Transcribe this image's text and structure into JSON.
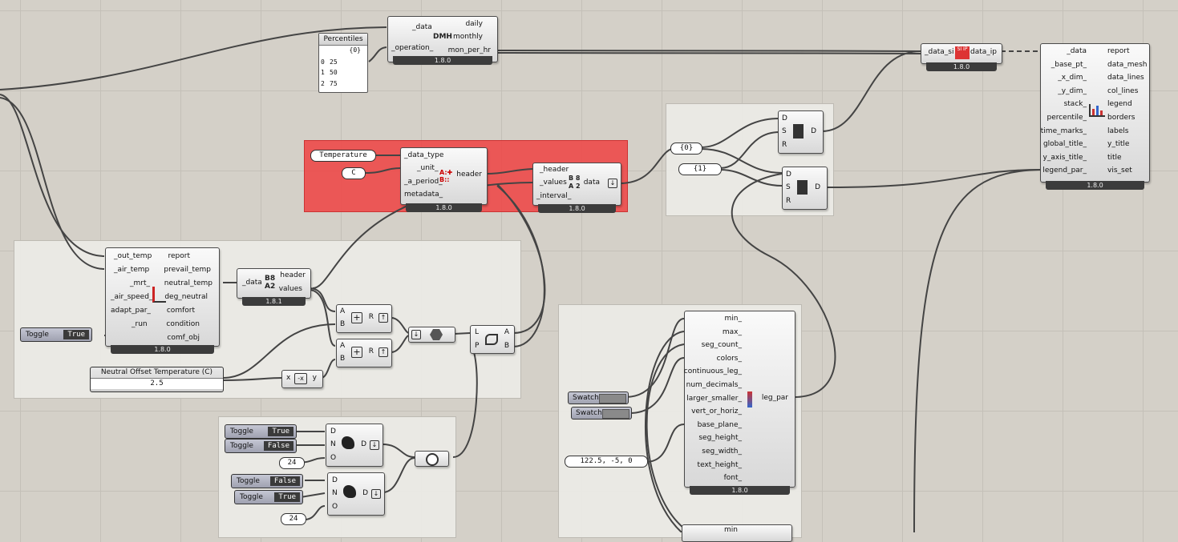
{
  "components": {
    "deconstruct_chart": {
      "inputs": [
        "_data",
        "_operation_"
      ],
      "outputs": [
        "daily",
        "monthly",
        "mon_per_hr"
      ],
      "icon": "DMH",
      "version": "1.8.0"
    },
    "percentiles_panel": {
      "title": "Percentiles",
      "path": "{0}",
      "rows": [
        [
          "0",
          "25"
        ],
        [
          "1",
          "50"
        ],
        [
          "2",
          "75"
        ]
      ]
    },
    "si_ip": {
      "inputs": [
        "_data_si"
      ],
      "outputs": [
        "data_ip"
      ],
      "icon": "SI IP",
      "version": "1.8.0"
    },
    "monthly_chart": {
      "inputs": [
        "_data",
        "_base_pt_",
        "_x_dim_",
        "_y_dim_",
        "stack_",
        "percentile_",
        "time_marks_",
        "global_title_",
        "y_axis_title_",
        "legend_par_"
      ],
      "outputs": [
        "report",
        "data_mesh",
        "data_lines",
        "col_lines",
        "legend",
        "borders",
        "labels",
        "y_title",
        "title",
        "vis_set"
      ],
      "version": "1.8.0"
    },
    "construct_header": {
      "inputs": [
        "_data_type",
        "_unit_",
        "_a_period_",
        "metadata_"
      ],
      "outputs": [
        "header"
      ],
      "icon": "A:✚ B::",
      "version": "1.8.0"
    },
    "construct_data": {
      "inputs": [
        "_header",
        "_values",
        "_interval_"
      ],
      "outputs": [
        "data"
      ],
      "icon": "B 8 A 2",
      "version": "1.8.0"
    },
    "list_item_1": {
      "inputs": [
        "D",
        "S",
        "R"
      ],
      "outputs": [
        "D"
      ]
    },
    "list_item_2": {
      "inputs": [
        "D",
        "S",
        "R"
      ],
      "outputs": [
        "D"
      ]
    },
    "param_path0": "{0}",
    "param_path1": "{1}",
    "adaptive_comfort": {
      "inputs": [
        "_out_temp",
        "_air_temp",
        "_mrt_",
        "_air_speed_",
        "adapt_par_",
        "_run"
      ],
      "outputs": [
        "report",
        "prevail_temp",
        "neutral_temp",
        "deg_neutral",
        "comfort",
        "condition",
        "comf_obj"
      ],
      "version": "1.8.0"
    },
    "deconstruct_data": {
      "inputs": [
        "_data"
      ],
      "outputs": [
        "header",
        "values"
      ],
      "version": "1.8.1"
    },
    "addition_1": {
      "inputs": [
        "A",
        "B"
      ],
      "outputs": [
        "R"
      ]
    },
    "addition_2": {
      "inputs": [
        "A",
        "B"
      ],
      "outputs": [
        "R"
      ]
    },
    "negative": {
      "inputs": [
        "x"
      ],
      "outputs": [
        "y"
      ],
      "icon": "-x"
    },
    "weave": {
      "inputs": [
        "L",
        "P"
      ],
      "outputs": [
        "A",
        "B"
      ]
    },
    "legend_par": {
      "inputs": [
        "min_",
        "max_",
        "seg_count_",
        "colors_",
        "continuous_leg_",
        "num_decimals_",
        "larger_smaller_",
        "vert_or_horiz_",
        "base_plane_",
        "seg_height_",
        "seg_width_",
        "text_height_",
        "font_"
      ],
      "outputs": [
        "leg_par"
      ],
      "version": "1.8.0"
    },
    "partial_min_label": "min",
    "series_1": {
      "inputs": [
        "D",
        "N",
        "O"
      ],
      "outputs": [
        "D"
      ]
    },
    "series_2": {
      "inputs": [
        "D",
        "N",
        "O"
      ],
      "outputs": [
        "D"
      ]
    }
  },
  "params": {
    "temperature": "Temperature",
    "unit": "C",
    "point": "122.5, -5, 0",
    "num_24a": "24",
    "num_24b": "24"
  },
  "toggles": {
    "run": {
      "label": "Toggle",
      "value": "True"
    },
    "t1": {
      "label": "Toggle",
      "value": "True"
    },
    "t2": {
      "label": "Toggle",
      "value": "False"
    },
    "t3": {
      "label": "Toggle",
      "value": "False"
    },
    "t4": {
      "label": "Toggle",
      "value": "True"
    }
  },
  "swatches": [
    "Swatch",
    "Swatch"
  ],
  "slider": {
    "title": "Neutral Offset Temperature (C)",
    "value": "2.5"
  }
}
